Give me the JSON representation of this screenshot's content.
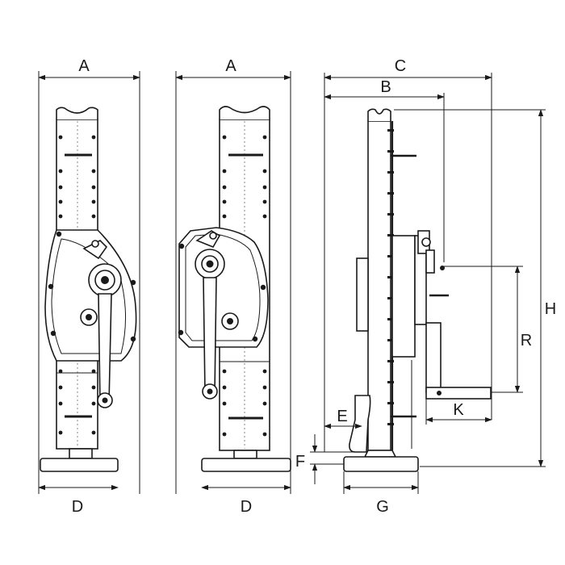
{
  "labels": {
    "A1": "A",
    "A2": "A",
    "B": "B",
    "C": "C",
    "D1": "D",
    "D2": "D",
    "E": "E",
    "F": "F",
    "G": "G",
    "H": "H",
    "K": "K",
    "R": "R"
  },
  "colors": {
    "line": "#1a1a1a",
    "background": "#ffffff"
  }
}
